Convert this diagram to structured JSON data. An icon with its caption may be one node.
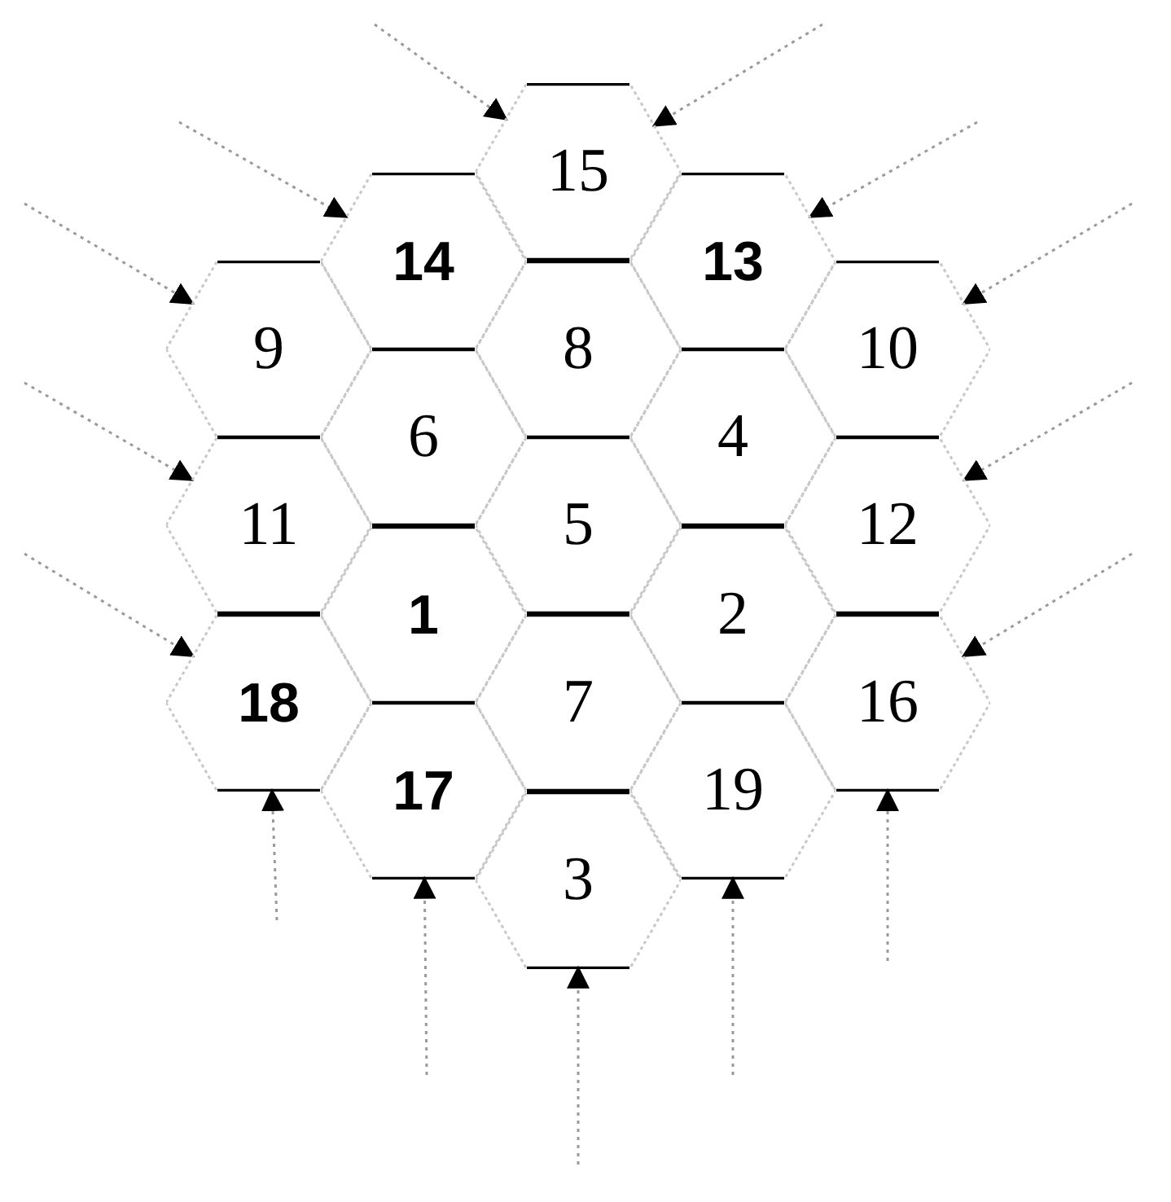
{
  "diagram": {
    "nodes": [
      {
        "text": [
          "15"
        ]
      },
      {
        "text": [
          "14"
        ]
      },
      {
        "text": [
          "13"
        ]
      },
      {
        "text": [
          "9"
        ]
      },
      {
        "text": [
          "8"
        ]
      },
      {
        "text": [
          "10"
        ]
      },
      {
        "text": [
          "6"
        ]
      },
      {
        "text": [
          "4"
        ]
      },
      {
        "text": [
          "11"
        ]
      },
      {
        "text": [
          "5"
        ]
      },
      {
        "text": [
          "12"
        ]
      },
      {
        "text": [
          "1"
        ]
      },
      {
        "text": [
          "2"
        ]
      },
      {
        "text": [
          "18"
        ]
      },
      {
        "text": [
          "7"
        ]
      },
      {
        "text": [
          "16"
        ]
      },
      {
        "text": [
          "17"
        ]
      },
      {
        "text": [
          "19"
        ]
      },
      {
        "text": [
          "3"
        ]
      }
    ],
    "edges": [
      {
        "from": null,
        "to": 0,
        "arrow": "to"
      },
      {
        "from": null,
        "to": 0,
        "arrow": "to"
      },
      {
        "from": null,
        "to": 1,
        "arrow": "to"
      },
      {
        "from": null,
        "to": 2,
        "arrow": "to"
      },
      {
        "from": null,
        "to": 3,
        "arrow": "to"
      },
      {
        "from": null,
        "to": 5,
        "arrow": "to"
      },
      {
        "from": null,
        "to": 8,
        "arrow": "to"
      },
      {
        "from": null,
        "to": 10,
        "arrow": "to"
      },
      {
        "from": null,
        "to": 13,
        "arrow": "to"
      },
      {
        "from": null,
        "to": 15,
        "arrow": "to"
      },
      {
        "from": null,
        "to": 13,
        "arrow": "to"
      },
      {
        "from": null,
        "to": 15,
        "arrow": "to"
      },
      {
        "from": null,
        "to": 16,
        "arrow": "to"
      },
      {
        "from": null,
        "to": 17,
        "arrow": "to"
      },
      {
        "from": null,
        "to": 18,
        "arrow": "to"
      }
    ]
  }
}
